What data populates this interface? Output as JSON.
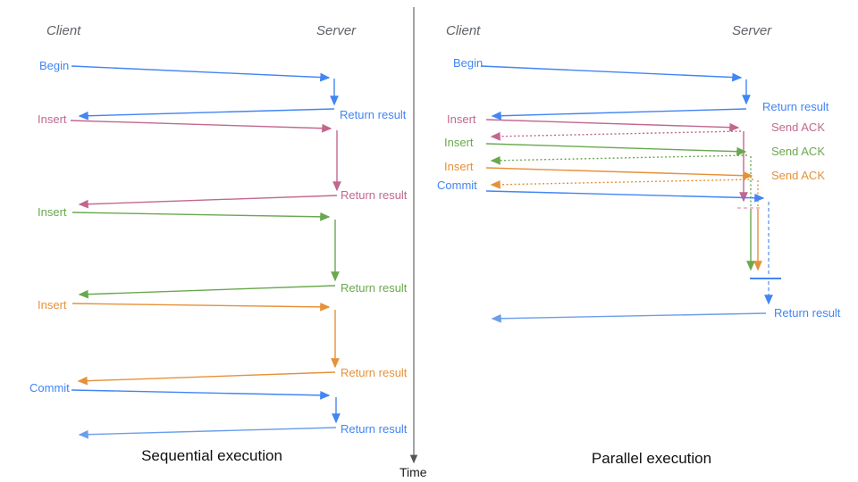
{
  "diagram": {
    "time_axis_label": "Time",
    "colors": {
      "blue": "#4285f4",
      "blue_light": "#6d9eeb",
      "pink": "#c2688f",
      "green": "#6aa84f",
      "orange": "#e69138",
      "axis_gray": "#666666",
      "header_gray": "#5f6368"
    },
    "panels": {
      "sequential": {
        "title": "Sequential execution",
        "client_header": "Client",
        "server_header": "Server",
        "rows": [
          {
            "op": "Begin",
            "response": "Return result",
            "color": "#4285f4"
          },
          {
            "op": "Insert",
            "response": "Return result",
            "color": "#c2688f"
          },
          {
            "op": "Insert",
            "response": "Return result",
            "color": "#6aa84f"
          },
          {
            "op": "Insert",
            "response": "Return result",
            "color": "#e69138"
          },
          {
            "op": "Commit",
            "response": "Return result",
            "color": "#4285f4"
          }
        ]
      },
      "parallel": {
        "title": "Parallel execution",
        "client_header": "Client",
        "server_header": "Server",
        "rows": [
          {
            "op": "Begin",
            "response": "Return result",
            "color": "#4285f4"
          },
          {
            "op": "Insert",
            "response": "Send ACK",
            "color": "#c2688f"
          },
          {
            "op": "Insert",
            "response": "Send ACK",
            "color": "#6aa84f"
          },
          {
            "op": "Insert",
            "response": "Send ACK",
            "color": "#e69138"
          },
          {
            "op": "Commit",
            "color": "#4285f4"
          }
        ],
        "final_response": "Return result"
      }
    }
  }
}
